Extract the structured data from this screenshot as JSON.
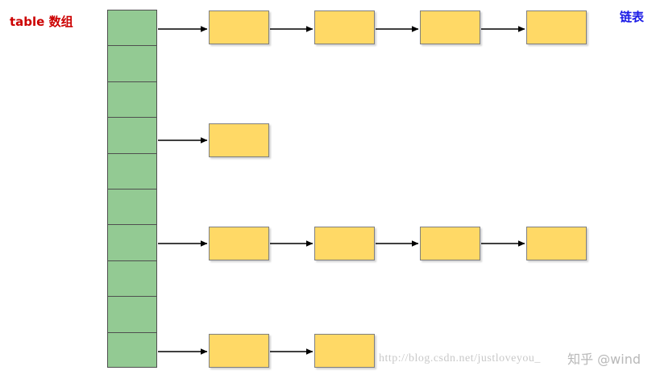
{
  "diagram": {
    "title_left": "table 数组",
    "title_right": "链表",
    "array": {
      "cell_count": 10,
      "fill_color": "#93ca93",
      "border_color": "#4f4f4f"
    },
    "node_color": "#ffd966",
    "node_border_color": "#7f7f7f",
    "arrow_color": "#000000",
    "chains": [
      {
        "bucket_index": 0,
        "node_count": 4
      },
      {
        "bucket_index": 3,
        "node_count": 1
      },
      {
        "bucket_index": 6,
        "node_count": 4
      },
      {
        "bucket_index": 9,
        "node_count": 2
      }
    ]
  },
  "watermarks": {
    "url": "http://blog.csdn.net/justloveyou_",
    "zhihu": "知乎 @wind"
  }
}
